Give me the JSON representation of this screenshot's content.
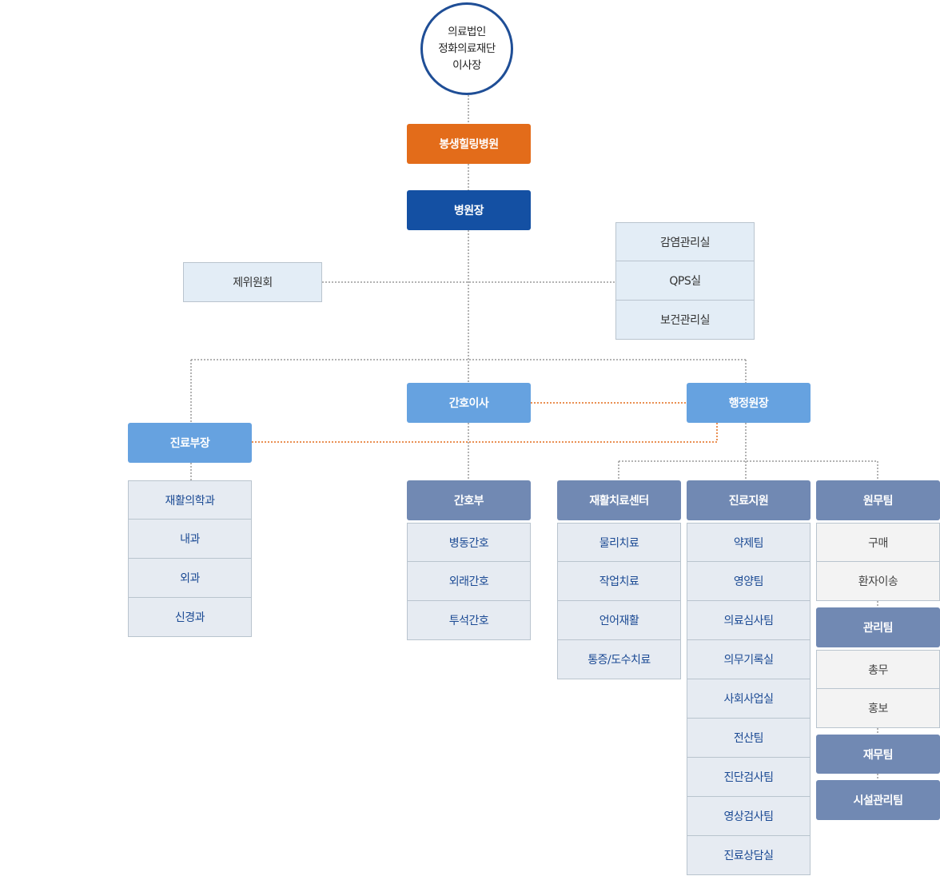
{
  "chairman": {
    "line1": "의료법인",
    "line2": "정화의료재단",
    "line3": "이사장"
  },
  "hospital": "봉생힐링병원",
  "director": "병원장",
  "committee": "제위원회",
  "staff_offices": [
    "감염관리실",
    "QPS실",
    "보건관리실"
  ],
  "nursing_director": "간호이사",
  "admin_director": "행정원장",
  "medical_director": "진료부장",
  "medical_departments": [
    "재활의학과",
    "내과",
    "외과",
    "신경과"
  ],
  "nursing": {
    "title": "간호부",
    "items": [
      "병동간호",
      "외래간호",
      "투석간호"
    ]
  },
  "rehab": {
    "title": "재활치료센터",
    "items": [
      "물리치료",
      "작업치료",
      "언어재활",
      "통증/도수치료"
    ]
  },
  "support": {
    "title": "진료지원",
    "items": [
      "약제팀",
      "영양팀",
      "의료심사팀",
      "의무기록실",
      "사회사업실",
      "전산팀",
      "진단검사팀",
      "영상검사팀",
      "진료상담실"
    ]
  },
  "general_affairs": {
    "title": "원무팀",
    "items": [
      "구매",
      "환자이송"
    ]
  },
  "management": {
    "title": "관리팀",
    "items": [
      "총무",
      "홍보"
    ]
  },
  "finance": {
    "title": "재무팀"
  },
  "facilities": {
    "title": "시설관리팀"
  },
  "colors": {
    "orange": "#e36c1a",
    "navy": "#1450a3",
    "light_blue": "#66a2e0",
    "steel": "#7189b3",
    "pale": "#e3edf6"
  }
}
